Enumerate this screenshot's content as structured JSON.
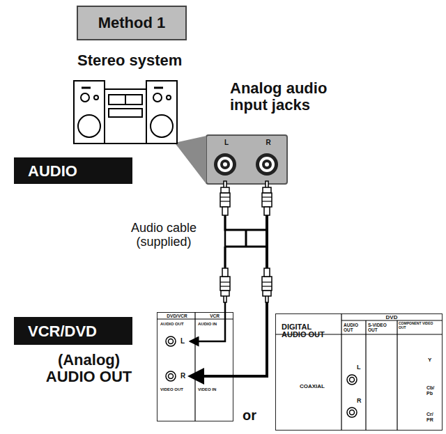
{
  "diagram": {
    "nodes": [
      {
        "text": [
          "Method 1"
        ]
      },
      {
        "text": [
          "Stereo system"
        ]
      },
      {
        "text": [
          "AUDIO"
        ]
      },
      {
        "text": [
          "Analog audio input jacks",
          "L",
          "R"
        ]
      },
      {
        "text": [
          "VCR/DVD"
        ]
      },
      {
        "text": [
          "DVD/VCR",
          "VCR",
          "AUDIO OUT",
          "AUDIO IN",
          "L",
          "R",
          "VIDEO OUT",
          "VIDEO IN"
        ]
      },
      {
        "text": [
          "DVD",
          "DIGITAL AUDIO OUT",
          "AUDIO OUT",
          "S-VIDEO OUT",
          "COMPONENT VIDEO OUT",
          "L",
          "R",
          "COAXIAL",
          "Y",
          "Cb/ Pb",
          "Cr/ PR"
        ]
      }
    ],
    "edges": [
      {
        "from": 3,
        "to": 5,
        "arrow": "to"
      }
    ],
    "labels": [
      "Audio cable (supplied)",
      "(Analog) AUDIO OUT",
      "or"
    ]
  }
}
